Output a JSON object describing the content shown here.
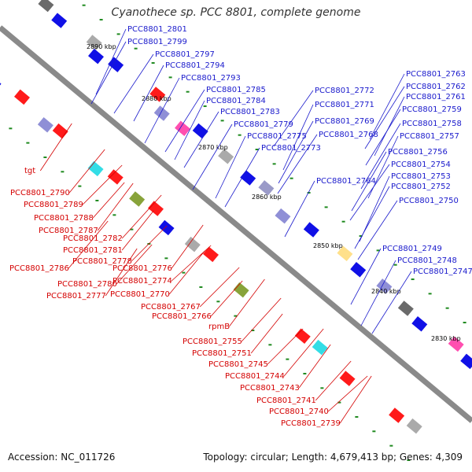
{
  "title": "Cyanothece sp. PCC 8801, complete genome",
  "footer": {
    "accession": "Accession: NC_011726",
    "topology": "Topology: circular; Length: 4,679,413 bp; Genes: 4,309"
  },
  "colors": {
    "plus_label": "#1a1acc",
    "minus_label": "#d40000",
    "backbone": "#8a8a8a",
    "tick": "#1f8a1f"
  },
  "ticks": [
    "2890 kbp",
    "2880 kbp",
    "2870 kbp",
    "2860 kbp",
    "2850 kbp",
    "2840 kbp",
    "2830 kbp"
  ],
  "labels_plus": [
    "PCC8801_2801",
    "PCC8801_2799",
    "PCC8801_2797",
    "PCC8801_2794",
    "PCC8801_2793",
    "PCC8801_2785",
    "PCC8801_2784",
    "PCC8801_2783",
    "PCC8801_2779",
    "PCC8801_2775",
    "PCC8801_2773",
    "PCC8801_2772",
    "PCC8801_2771",
    "PCC8801_2769",
    "PCC8801_2768",
    "PCC8801_2764",
    "PCC8801_2763",
    "PCC8801_2762",
    "PCC8801_2761",
    "PCC8801_2759",
    "PCC8801_2758",
    "PCC8801_2757",
    "PCC8801_2756",
    "PCC8801_2754",
    "PCC8801_2753",
    "PCC8801_2752",
    "PCC8801_2750",
    "PCC8801_2749",
    "PCC8801_2748",
    "PCC8801_2747"
  ],
  "labels_minus": [
    "tgt",
    "PCC8801_2790",
    "PCC8801_2789",
    "PCC8801_2788",
    "PCC8801_2787",
    "PCC8801_2782",
    "PCC8801_2781",
    "PCC8801_2778",
    "PCC8801_2786",
    "PCC8801_2776",
    "PCC8801_2780",
    "PCC8801_2774",
    "PCC8801_2777",
    "PCC8801_2770",
    "PCC8801_2767",
    "PCC8801_2766",
    "rpmB",
    "PCC8801_2755",
    "PCC8801_2751",
    "PCC8801_2745",
    "PCC8801_2744",
    "PCC8801_2743",
    "PCC8801_2741",
    "PCC8801_2740",
    "PCC8801_2739"
  ]
}
